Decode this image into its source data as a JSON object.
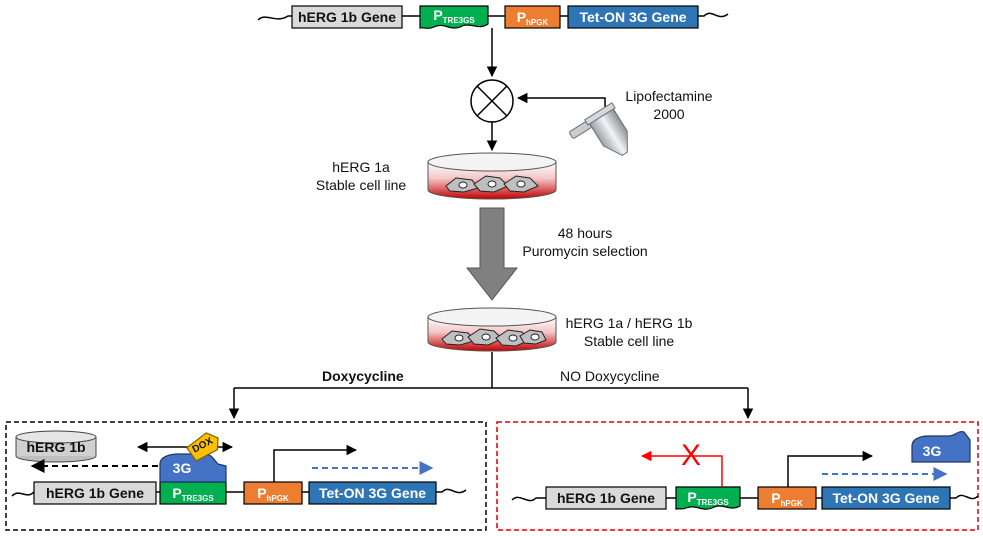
{
  "top_construct": {
    "herg1b_gene": "hERG 1b Gene",
    "p_tre_main": "P",
    "p_tre_sub": "TRE3GS",
    "p_hpgk_main": "P",
    "p_hpgk_sub": "hPGK",
    "tet_on_gene": "Tet-ON 3G Gene"
  },
  "transfection": {
    "reagent_line1": "Lipofectamine",
    "reagent_line2": "2000"
  },
  "dish1": {
    "line1": "hERG 1a",
    "line2": "Stable cell line"
  },
  "selection": {
    "line1": "48 hours",
    "line2": "Puromycin selection"
  },
  "dish2": {
    "line1": "hERG 1a / hERG 1b",
    "line2": "Stable cell line"
  },
  "branches": {
    "dox_label": "Doxycycline",
    "no_dox_label": "NO Doxycycline"
  },
  "left_panel": {
    "protein_label": "hERG 1b",
    "activator_label": "3G",
    "dox_label": "DOX",
    "herg1b_gene": "hERG 1b Gene",
    "p_tre_main": "P",
    "p_tre_sub": "TRE3GS",
    "p_hpgk_main": "P",
    "p_hpgk_sub": "hPGK",
    "tet_on_gene": "Tet-ON 3G Gene"
  },
  "right_panel": {
    "activator_label": "3G",
    "block_mark": "X",
    "herg1b_gene": "hERG 1b Gene",
    "p_tre_main": "P",
    "p_tre_sub": "TRE3GS",
    "p_hpgk_main": "P",
    "p_hpgk_sub": "hPGK",
    "tet_on_gene": "Tet-ON 3G Gene"
  },
  "colors": {
    "gene_gray": "#d9d9d9",
    "tre_green": "#00b050",
    "hpgk_orange": "#ed7d31",
    "teton_blue": "#2e75b6",
    "activator_blue": "#4472c4",
    "dox_yellow": "#ffc000",
    "dish_red": "#c00000",
    "big_arrow_gray": "#808080",
    "block_red": "#ff0000",
    "dashed_blue": "#4472c4"
  }
}
